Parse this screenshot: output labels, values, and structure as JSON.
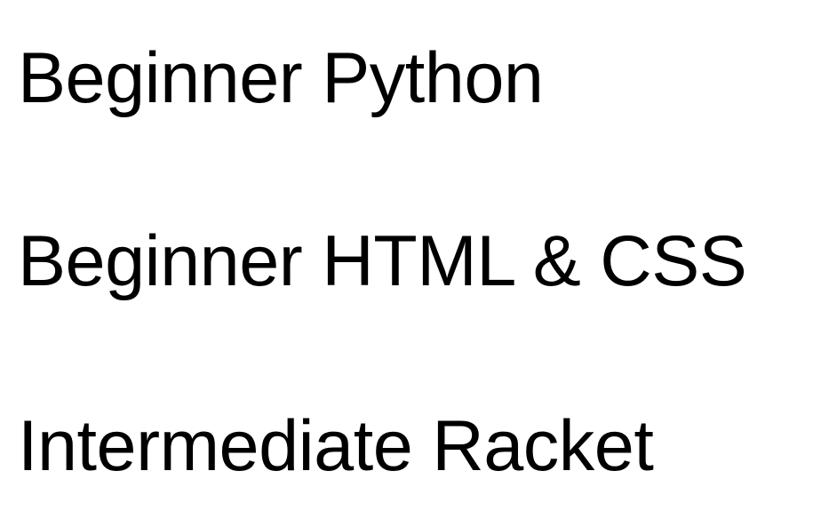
{
  "courses": [
    {
      "label": "Beginner Python"
    },
    {
      "label": "Beginner HTML & CSS"
    },
    {
      "label": "Intermediate Racket"
    }
  ]
}
